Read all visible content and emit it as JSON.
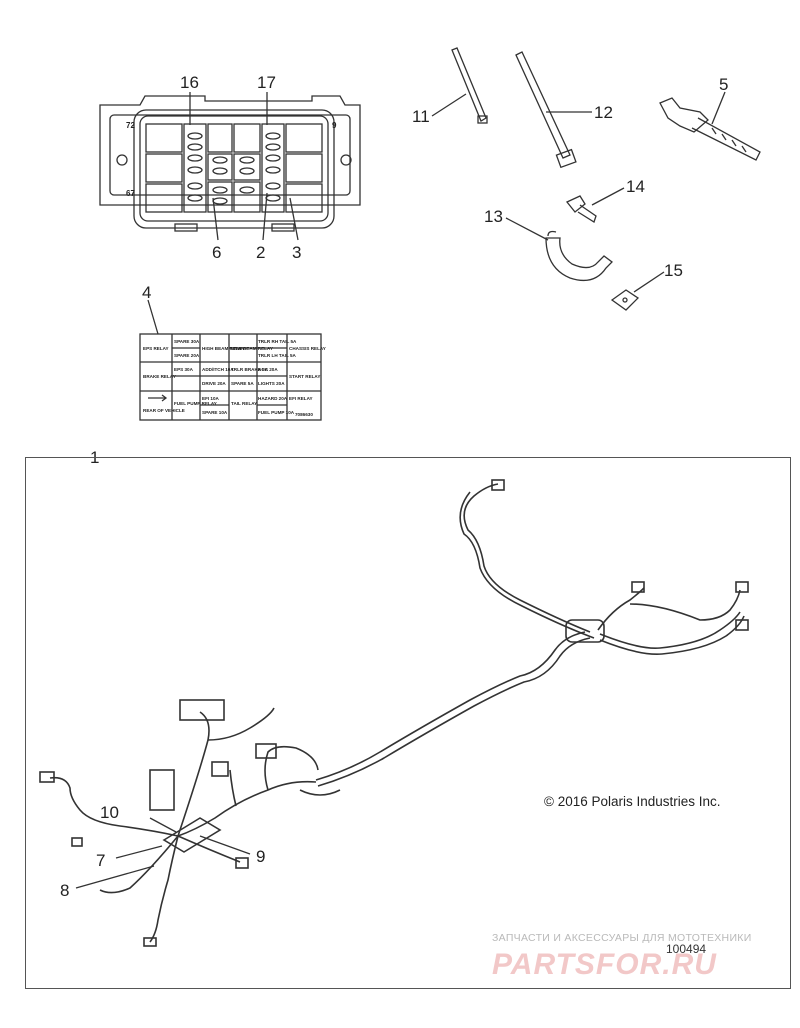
{
  "diagram": {
    "callouts": [
      {
        "id": "c16",
        "label": "16"
      },
      {
        "id": "c17",
        "label": "17"
      },
      {
        "id": "c6",
        "label": "6"
      },
      {
        "id": "c2",
        "label": "2"
      },
      {
        "id": "c3",
        "label": "3"
      },
      {
        "id": "c4",
        "label": "4"
      },
      {
        "id": "c11",
        "label": "11"
      },
      {
        "id": "c12",
        "label": "12"
      },
      {
        "id": "c5",
        "label": "5"
      },
      {
        "id": "c14",
        "label": "14"
      },
      {
        "id": "c13",
        "label": "13"
      },
      {
        "id": "c15",
        "label": "15"
      },
      {
        "id": "c1",
        "label": "1"
      },
      {
        "id": "c10",
        "label": "10"
      },
      {
        "id": "c7",
        "label": "7"
      },
      {
        "id": "c9",
        "label": "9"
      },
      {
        "id": "c8",
        "label": "8"
      }
    ],
    "fuse_box_marks": {
      "left_top": "72",
      "left_bottom": "67",
      "right_top": "9"
    },
    "decal": {
      "r1": [
        "EPS RELAY",
        "SPARE 30A",
        "HIGH BEAM RELAY",
        "LOW BEAM RELAY",
        "TRLR RH TAIL 5A",
        "CHASSIS RELAY"
      ],
      "r2": [
        "SPARE 20A",
        "TRLR LH TAIL 5A"
      ],
      "r3": [
        "BRAKE RELAY",
        "EPS 30A",
        "ADD/ITCH 10A",
        "TRLR BRAKE 5A",
        "ACC 20A",
        "START RELAY"
      ],
      "r4": [
        "DRIVE 20A",
        "SPARE 5A",
        "LIGHTS 20A"
      ],
      "r5": [
        "FUEL PUMP RELAY",
        "EFI 10A",
        "TAIL RELAY",
        "HAZARD 20A",
        "EFI RELAY"
      ],
      "r6": [
        "REAR OF VEHICLE",
        "SPARE 10A",
        "FUEL PUMP 10A",
        "7086630"
      ]
    }
  },
  "copyright": "© 2016 Polaris Industries Inc.",
  "figure_number": "100494",
  "watermark": {
    "tagline": "ЗАПЧАСТИ И АКСЕССУАРЫ ДЛЯ МОТОТЕХНИКИ",
    "logo": "PARTSFOR.RU"
  }
}
